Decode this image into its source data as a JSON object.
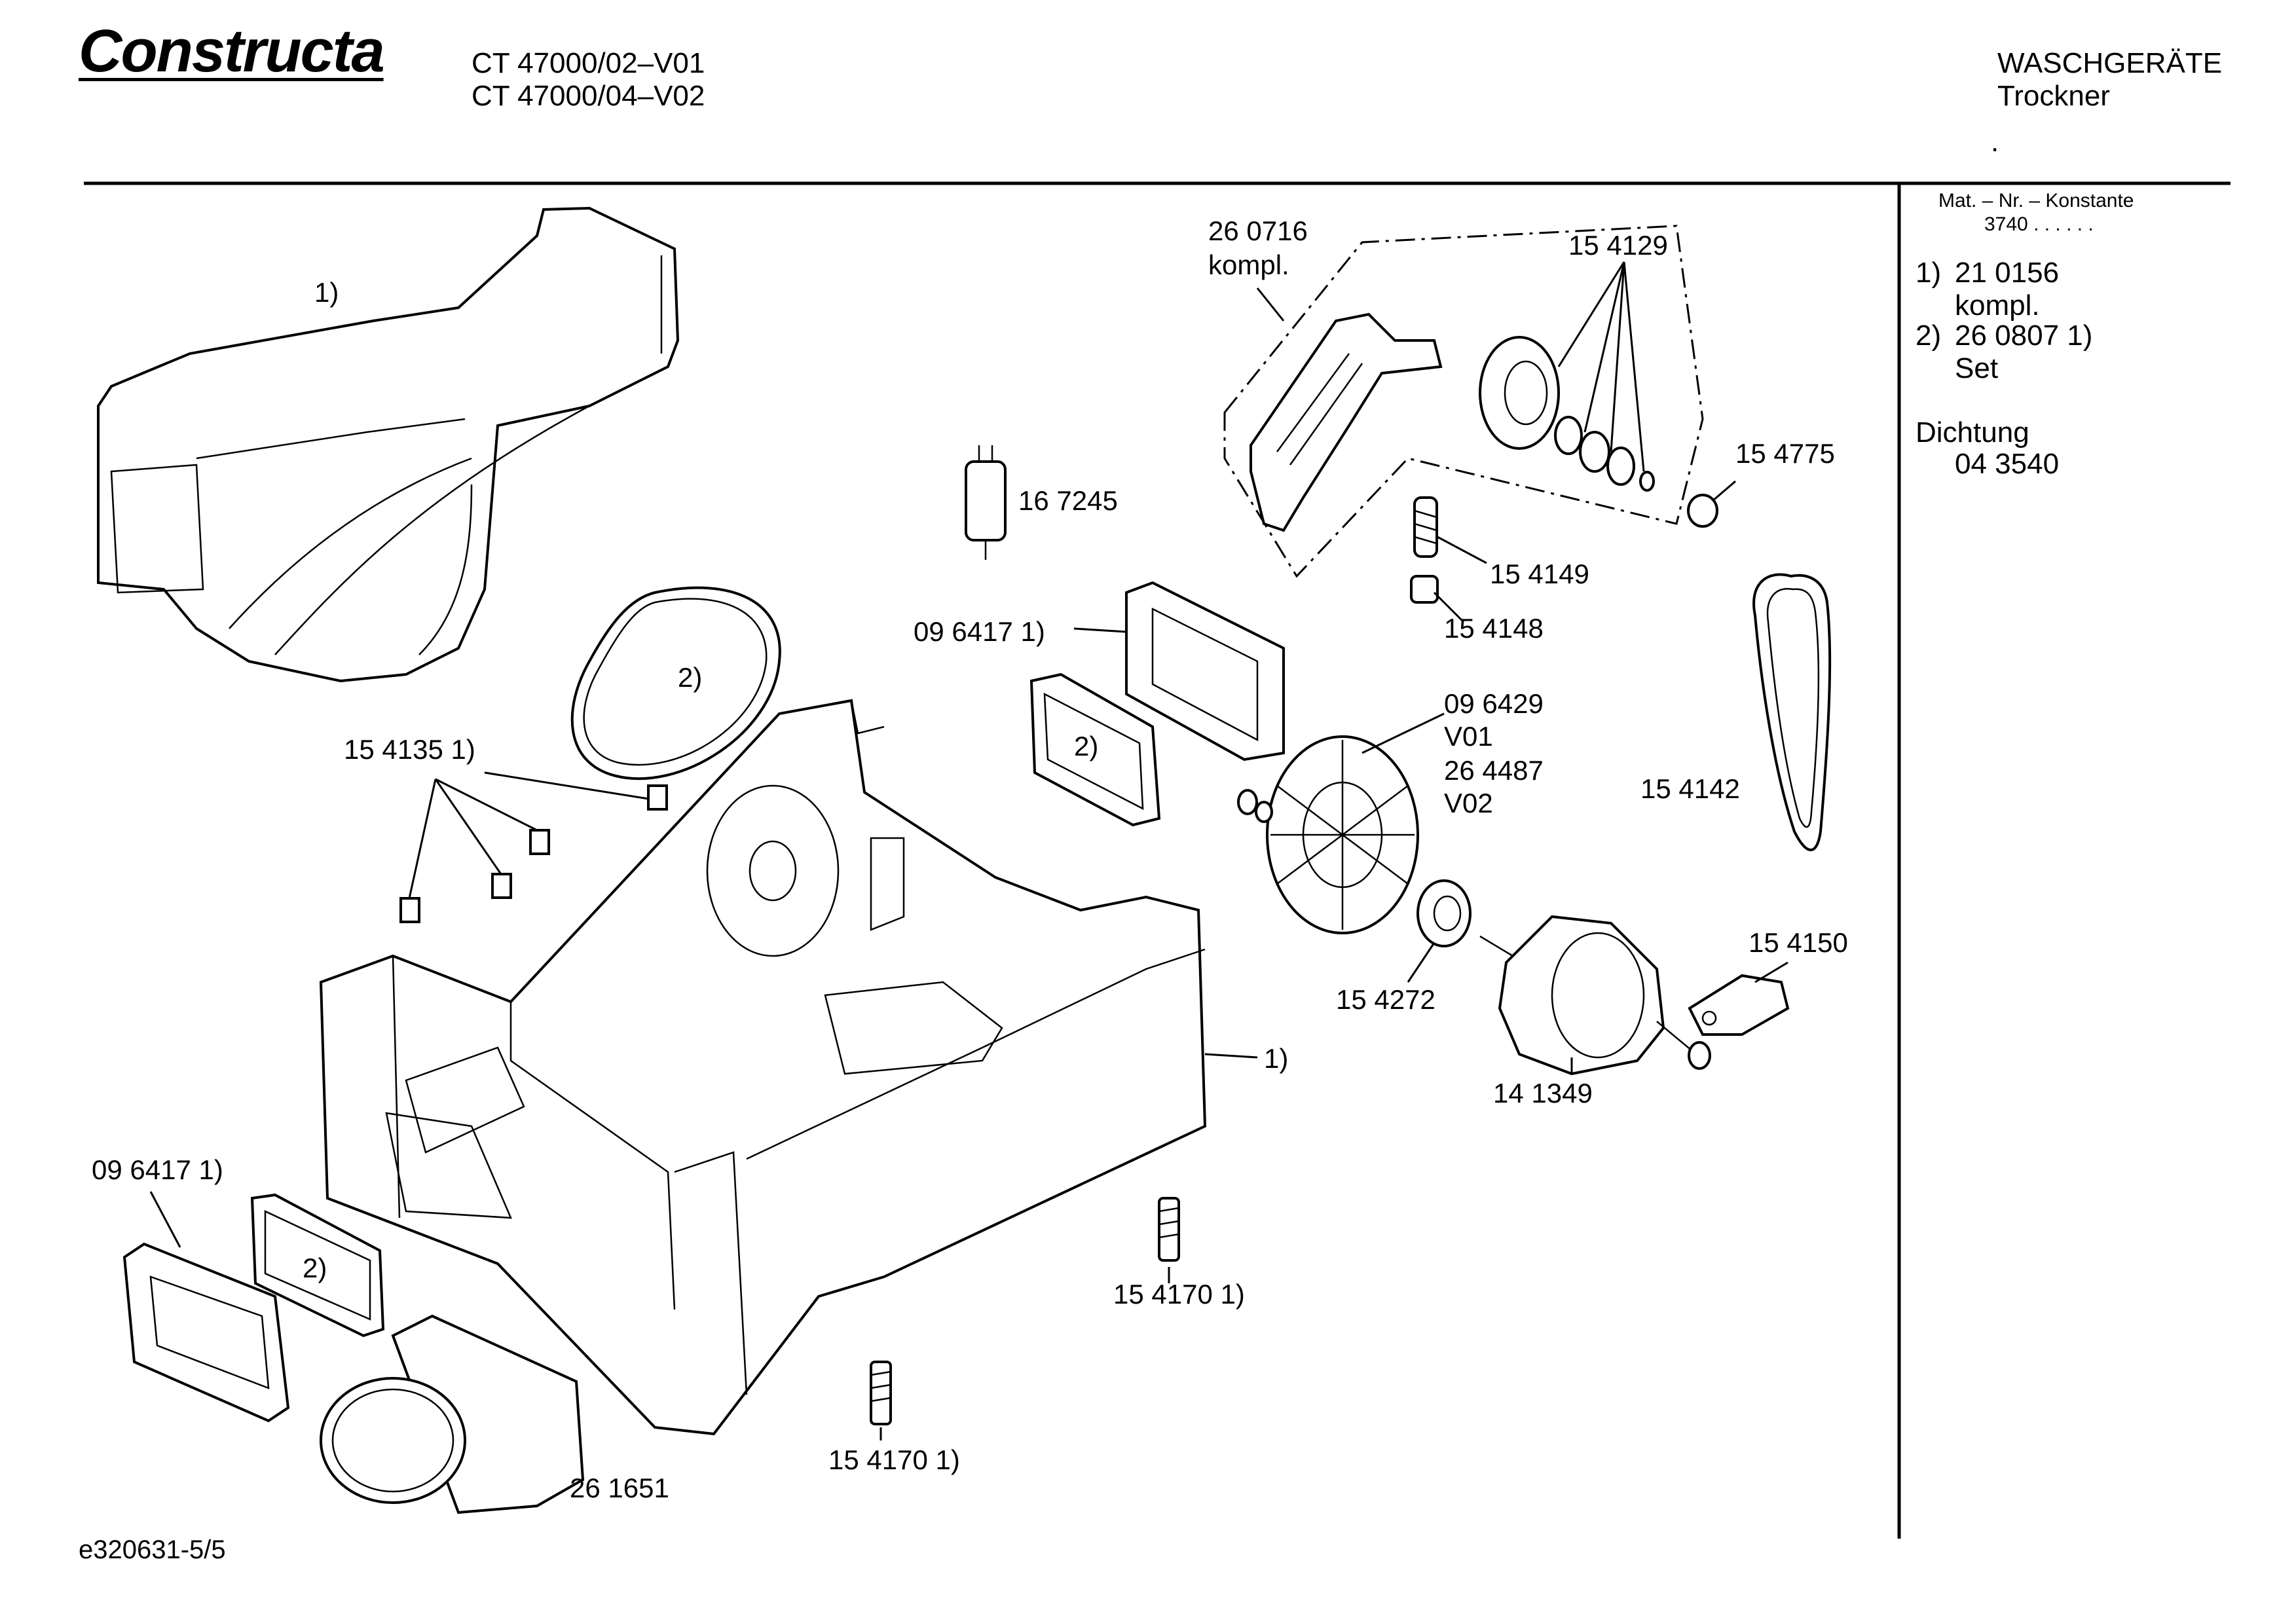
{
  "header": {
    "brand": "Constructa",
    "models": [
      "CT 47000/02–V01",
      "CT 47000/04–V02"
    ],
    "category": "WASCHGERÄTE",
    "subcategory": "Trockner",
    "dot": "."
  },
  "sidebar": {
    "heading": "Mat. – Nr. – Konstante",
    "constant": "3740  .  .  .  .  .  .",
    "notes": [
      {
        "num": "1)",
        "line1": "21 0156",
        "line2": "kompl."
      },
      {
        "num": "2)",
        "line1": "26 0807 1)",
        "line2": "Set"
      }
    ],
    "seal_label": "Dichtung",
    "seal_number": "04 3540"
  },
  "labels": {
    "duct_top": "1)",
    "tensioner_kit": "26 0716",
    "tensioner_kit_sub": "kompl.",
    "pulley_set": "15 4129",
    "pin": "15 4775",
    "capacitor": "16 7245",
    "spring": "15 4149",
    "clip": "15 4148",
    "flange_upper": "09 6417 1)",
    "gasket_large": "2)",
    "fan_wheel_1": "09 6429",
    "fan_wheel_1_v": "V01",
    "fan_wheel_2": "26 4487",
    "fan_wheel_2_v": "V02",
    "belt": "15 4142",
    "clips": "15 4135 1)",
    "gasket_upper": "2)",
    "bearing": "15 4272",
    "motor_bracket": "15 4150",
    "motor": "14 1349",
    "base_frame": "1)",
    "flange_lower": "09 6417 1)",
    "gasket_lower": "2)",
    "screw_right": "15 4170 1)",
    "screw_bottom": "15 4170 1)",
    "exhaust_adapter": "26 1651"
  },
  "footer": {
    "doc_id": "e320631-5/5"
  }
}
